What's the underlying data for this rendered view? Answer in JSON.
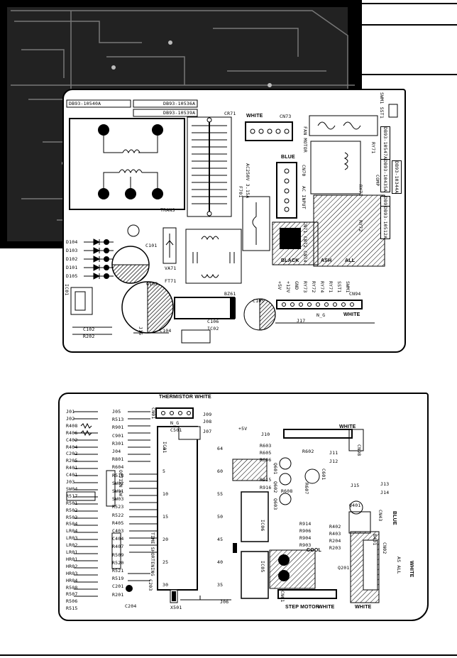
{
  "top_board": {
    "part_labels": [
      "DB93-10540A",
      "DB93-10536A",
      "DB93-10539A"
    ],
    "labels": {
      "cr71": "CR71",
      "white": "WHITE",
      "cn73": "CN73",
      "fan_motor": "FAN MOTOR",
      "trans": "TRANS",
      "fuse_rating": "AC250V 3.15A",
      "f701": "F701",
      "blue": "BLUE",
      "cn70": "CN70",
      "ac_input": "AC INPUT",
      "black": "BLACK",
      "ash": "ASH",
      "all": "ALL",
      "ft71": "FT71",
      "va71": "VA71",
      "bz61": "BZ61",
      "c101": "C101",
      "c103": "C103",
      "c104": "C104",
      "c105": "C105",
      "c106": "C106",
      "c102": "C102",
      "ic01": "IC01",
      "ic02": "IC02",
      "r202": "R202",
      "j15": "J15",
      "j17": "J17",
      "cn94": "CN94",
      "swm_label": "SWM1 SST1",
      "comp": "COMP",
      "ry73": "RY73",
      "ry71": "RY71",
      "ry72": "RY72",
      "db1": "DB93-10547A",
      "db2": "DB93-10435A",
      "db3": "DB93-10344A",
      "db4": "DB93-10441A",
      "db5": "DB93-10512A",
      "cn_white2": "WHITE",
      "n_g": "N_G",
      "dual": "CN71 CN72 CN74"
    },
    "diodes": [
      "D104",
      "D103",
      "D102",
      "D101",
      "D105"
    ],
    "header_pins": [
      "+5V",
      "+12V",
      "GND",
      "RY73",
      "RY72",
      "RY74",
      "RY71",
      "SST1",
      "SWM1"
    ]
  },
  "bottom_board": {
    "labels": {
      "thermistor": "THERMISTOR WHITE",
      "cn01": "CN01",
      "n_g": "N_G",
      "j09": "J09",
      "j08": "J08",
      "j07": "J07",
      "c501": "C501",
      "plus5v": "+5V",
      "j10": "J10",
      "white_top": "WHITE",
      "cn98": "CN98",
      "r603": "R603",
      "r605": "R605",
      "r606": "R606",
      "r602": "R602",
      "j11": "J11",
      "j12": "J12",
      "q601": "Q601",
      "q602": "Q602",
      "r608": "R608",
      "r607": "R607",
      "q603": "Q603",
      "c601": "C601",
      "r915": "R915",
      "r916": "R916",
      "j13": "J13",
      "j14": "J14",
      "j15": "J15",
      "q401": "Q401",
      "cn43": "CN43",
      "blue": "BLUE",
      "ic01": "IC01",
      "ic02": "IC02",
      "ic05": "IC05",
      "ic06": "IC06",
      "r914": "R914",
      "r906": "R906",
      "r904": "R904",
      "r903": "R903",
      "r402": "R402",
      "r403": "R403",
      "r204": "R204",
      "r203": "R203",
      "q201": "Q201",
      "cool": "COOL",
      "j06": "J06",
      "x501": "X501",
      "c204": "C204",
      "c203": "C203",
      "step_motor": "STEP MOTOR",
      "white_b1": "WHITE",
      "white_b2": "WHITE",
      "cn61": "CN61",
      "cn02": "CN02",
      "white_r": "WHITE",
      "as_all": "AS ALL",
      "b401": "B401",
      "time_shortening": "TIME SHORTENING",
      "opt_sw": "OPTION SW"
    },
    "left_col_1": [
      "J01",
      "J02",
      "R408",
      "R406",
      "C402",
      "R404",
      "C202",
      "R205",
      "R401",
      "C401",
      "J03",
      "SW04",
      "R517",
      "R501",
      "R502",
      "R503",
      "R504",
      "LR04",
      "LR03",
      "LR02",
      "LR01",
      "HR01",
      "HR02",
      "HR03",
      "HR04",
      "R508",
      "R507",
      "R506",
      "R515"
    ],
    "left_col_2": [
      "J05",
      "R513",
      "R901",
      "C901",
      "R301",
      "J04",
      "R801",
      "R604",
      "R518",
      "SW02",
      "SW01",
      "SW03",
      "R523",
      "R522",
      "R405",
      "C403",
      "C404",
      "R407",
      "R509",
      "R520",
      "R521",
      "R519",
      "C201",
      "R201"
    ],
    "pin_numbers": [
      "1",
      "5",
      "10",
      "15",
      "20",
      "25",
      "30",
      "35",
      "40",
      "45",
      "50",
      "55",
      "60",
      "64"
    ]
  }
}
